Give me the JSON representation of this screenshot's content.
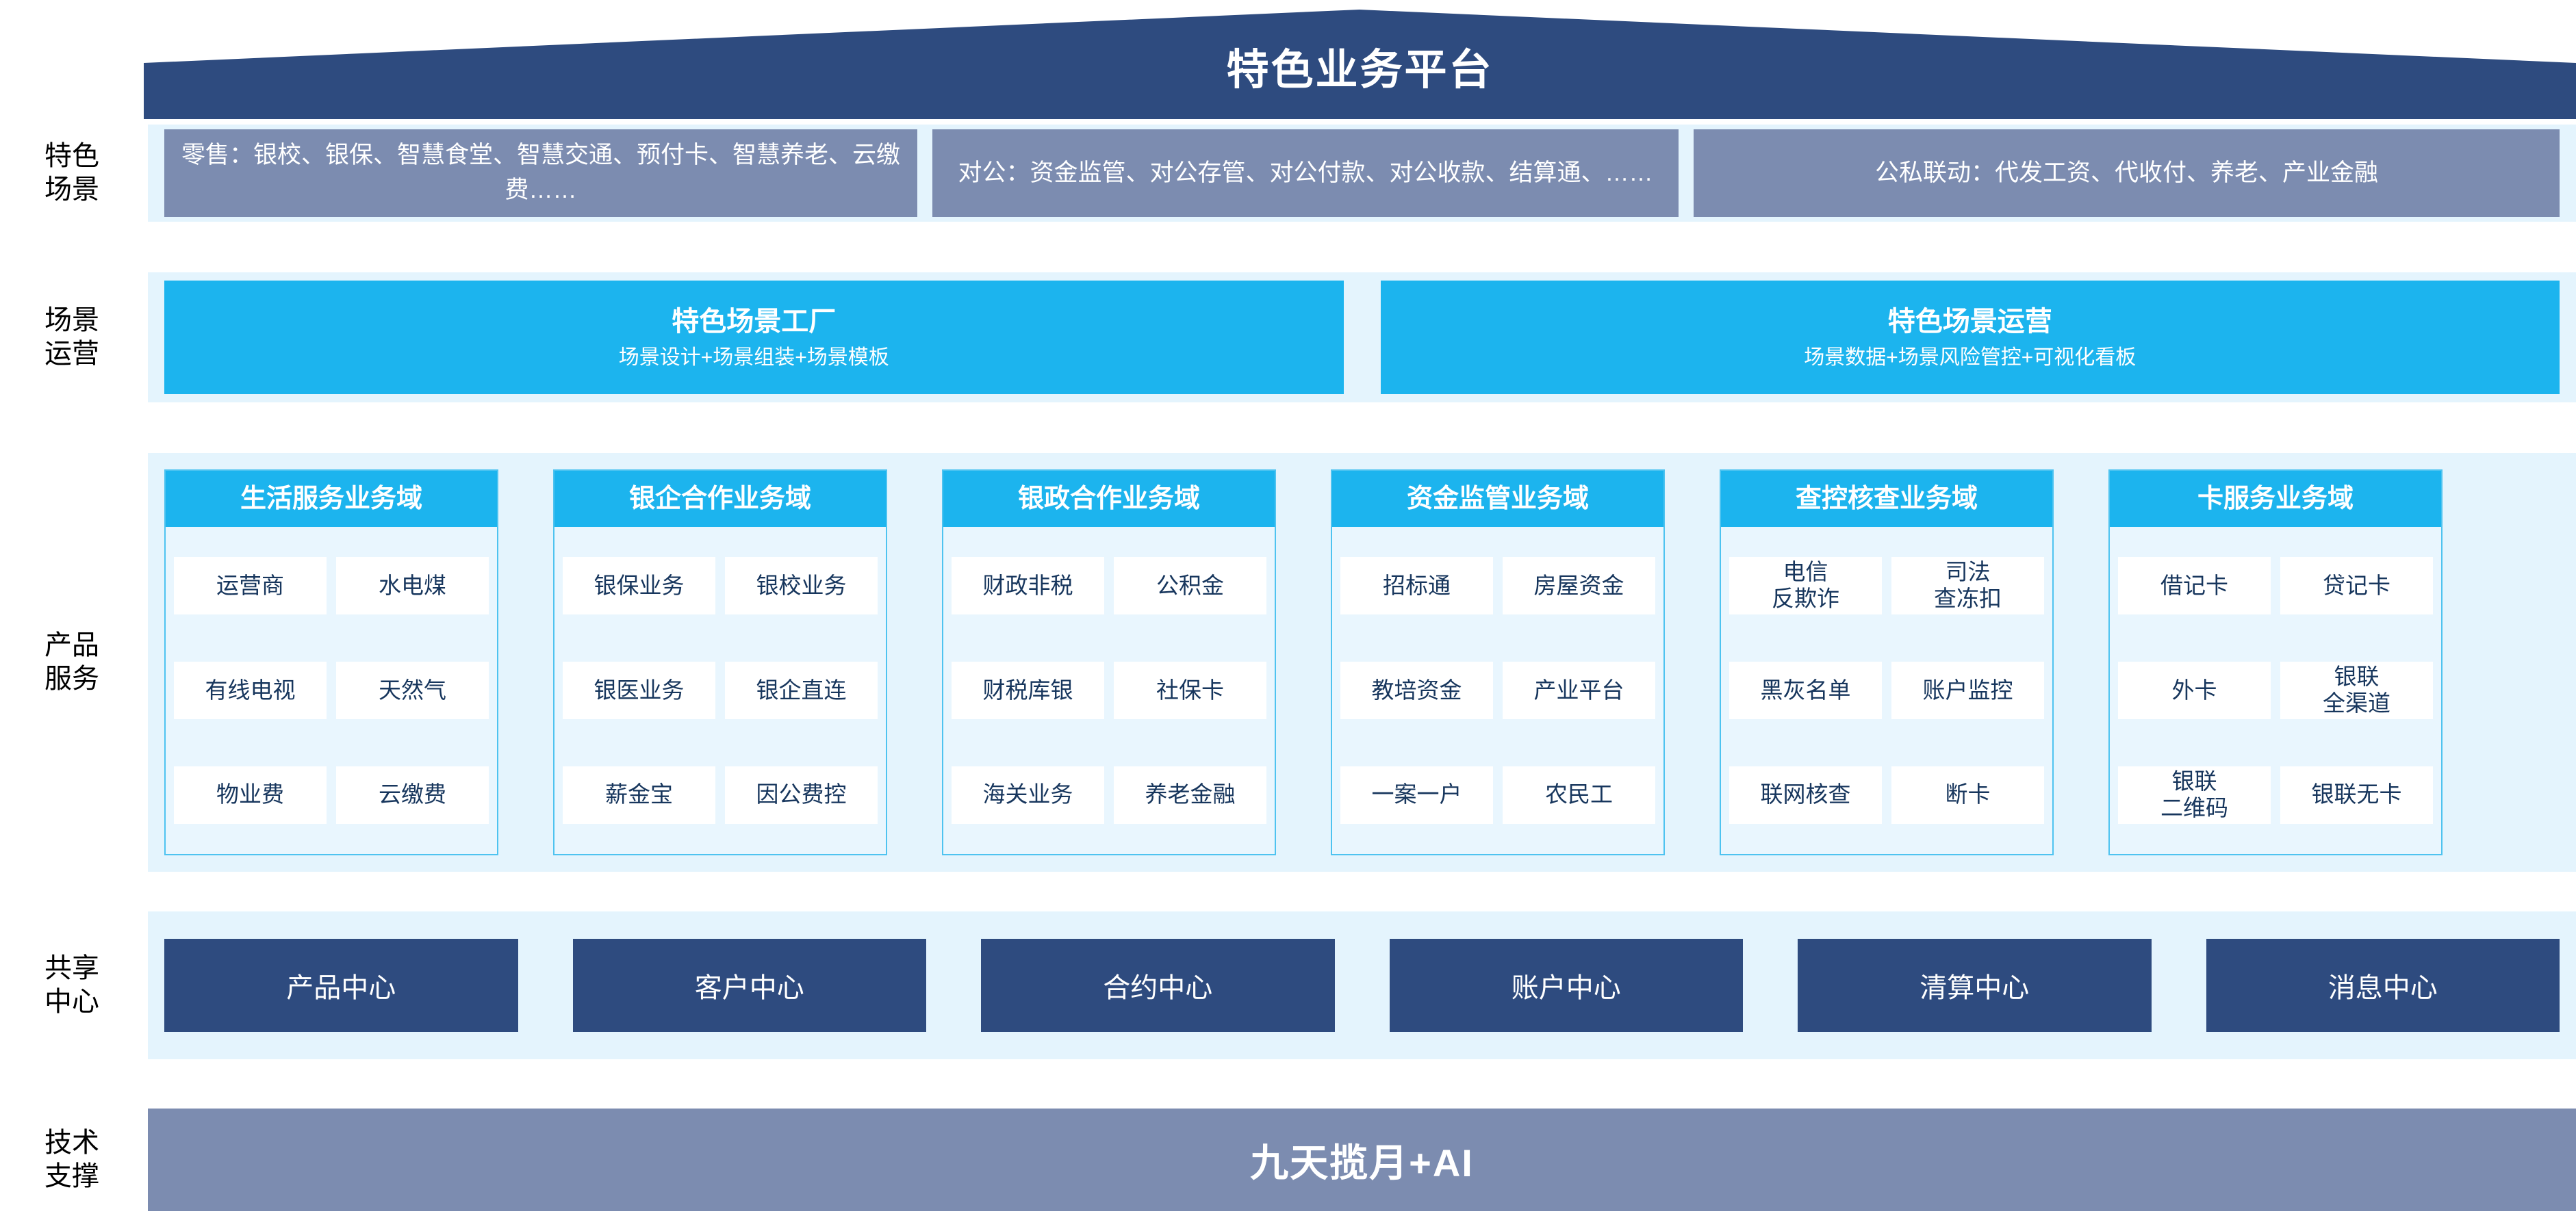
{
  "header": {
    "title": "特色业务平台"
  },
  "rows": {
    "scene_label": "特色\n场景",
    "operation_label": "场景\n运营",
    "product_label": "产品\n服务",
    "shared_label": "共享\n中心",
    "tech_label": "技术\n支撑"
  },
  "scenes": [
    {
      "text": "零售：银校、银保、智慧食堂、智慧交通、预付卡、智慧养老、云缴费……"
    },
    {
      "text": "对公：资金监管、对公存管、对公付款、对公收款、结算通、……"
    },
    {
      "text": "公私联动：代发工资、代收付、养老、产业金融"
    }
  ],
  "operations": [
    {
      "title": "特色场景工厂",
      "subtitle": "场景设计+场景组装+场景模板"
    },
    {
      "title": "特色场景运营",
      "subtitle": "场景数据+场景风险管控+可视化看板"
    }
  ],
  "domains": [
    {
      "title": "生活服务业务域",
      "items": [
        [
          "运营商",
          "水电煤"
        ],
        [
          "有线电视",
          "天然气"
        ],
        [
          "物业费",
          "云缴费"
        ]
      ]
    },
    {
      "title": "银企合作业务域",
      "items": [
        [
          "银保业务",
          "银校业务"
        ],
        [
          "银医业务",
          "银企直连"
        ],
        [
          "薪金宝",
          "因公费控"
        ]
      ]
    },
    {
      "title": "银政合作业务域",
      "items": [
        [
          "财政非税",
          "公积金"
        ],
        [
          "财税库银",
          "社保卡"
        ],
        [
          "海关业务",
          "养老金融"
        ]
      ]
    },
    {
      "title": "资金监管业务域",
      "items": [
        [
          "招标通",
          "房屋资金"
        ],
        [
          "教培资金",
          "产业平台"
        ],
        [
          "一案一户",
          "农民工"
        ]
      ]
    },
    {
      "title": "查控核查业务域",
      "items": [
        [
          "电信\n反欺诈",
          "司法\n查冻扣"
        ],
        [
          "黑灰名单",
          "账户监控"
        ],
        [
          "联网核查",
          "断卡"
        ]
      ]
    },
    {
      "title": "卡服务业务域",
      "items": [
        [
          "借记卡",
          "贷记卡"
        ],
        [
          "外卡",
          "银联\n全渠道"
        ],
        [
          "银联\n二维码",
          "银联无卡"
        ]
      ]
    }
  ],
  "shared_centers": [
    {
      "label": "产品中心"
    },
    {
      "label": "客户中心"
    },
    {
      "label": "合约中心"
    },
    {
      "label": "账户中心"
    },
    {
      "label": "清算中心"
    },
    {
      "label": "消息中心"
    }
  ],
  "tech": {
    "label": "九天揽月+AI"
  },
  "colors": {
    "roof": "#2e4b7f",
    "panel_bg": "#e4f4fd",
    "scene_box": "#7c8cb0",
    "cyan": "#1cb4ee",
    "cyan_border": "#4ec3f0",
    "dark_blue": "#2e4b7f",
    "text_dark": "#17365d",
    "white": "#ffffff"
  }
}
